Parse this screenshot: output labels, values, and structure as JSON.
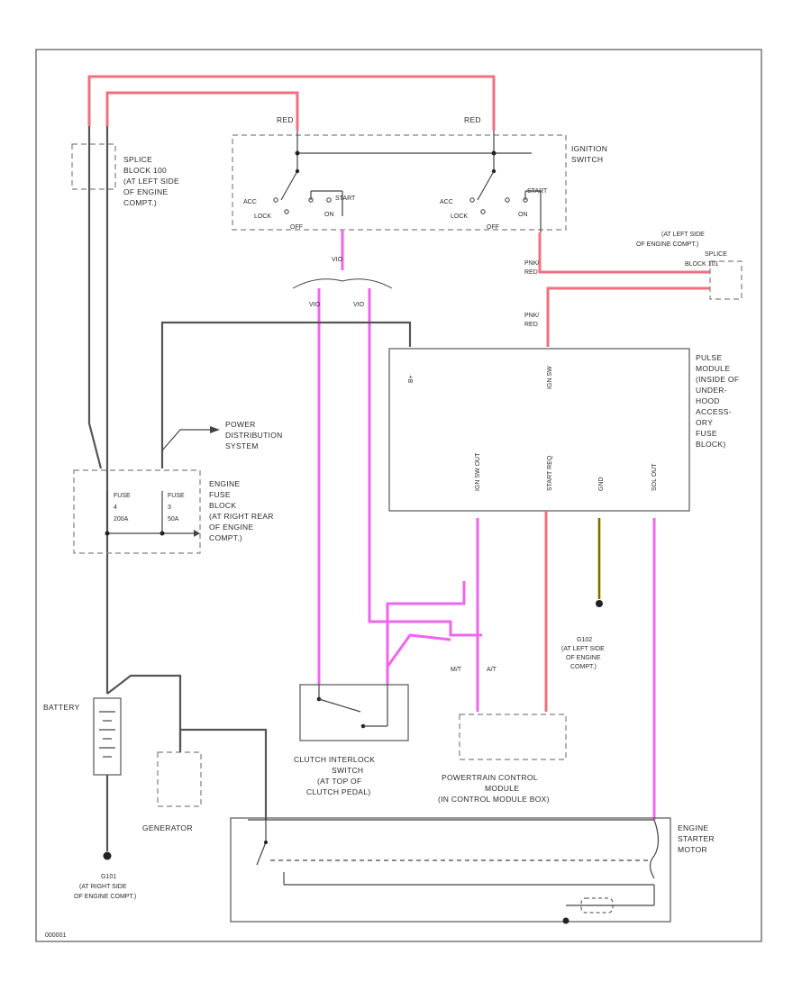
{
  "colors": {
    "power_red": "#f07080",
    "signal_magenta": "#ee66ee",
    "ground_gray": "#555555",
    "border": "#555555"
  },
  "labels": {
    "splice_block_100": [
      "SPLICE",
      "BLOCK 100",
      "(AT LEFT SIDE",
      "OF ENGINE",
      "COMPT.)"
    ],
    "ignition_switch": [
      "IGNITION",
      "SWITCH"
    ],
    "red1": "RED",
    "red2": "RED",
    "acc": "ACC",
    "lock": "LOCK",
    "off": "OFF",
    "on": "ON",
    "start": "START",
    "acc2": "ACC",
    "lock2": "LOCK",
    "off2": "OFF",
    "on2": "ON",
    "start2": "START",
    "splice_block_right": [
      "(AT LEFT SIDE",
      "OF ENGINE COMPT.)",
      "SPLICE",
      "BLOCK 101"
    ],
    "pnk_red1": [
      "PNK/",
      "RED"
    ],
    "pnk_red2": [
      "PNK/",
      "RED"
    ],
    "vio_top": "VIO",
    "vio_mid_l": "VIO",
    "vio_mid_r": "VIO",
    "mt": "M/T",
    "at": "A/T",
    "pulse_module": [
      "PULSE",
      "MODULE",
      "(INSIDE OF",
      "UNDER-",
      "HOOD",
      "ACCESS-",
      "ORY",
      "FUSE",
      "BLOCK)"
    ],
    "power_distribution": [
      "POWER",
      "DISTRIBUTION",
      "SYSTEM"
    ],
    "engine_fuse_block": [
      "ENGINE",
      "FUSE",
      "BLOCK",
      "(AT RIGHT REAR",
      "OF ENGINE",
      "COMPT.)"
    ],
    "fuse4": [
      "FUSE",
      "4",
      "200A"
    ],
    "fuse3": [
      "FUSE",
      "3",
      "50A"
    ],
    "battery": "BATTERY",
    "generator": "GENERATOR",
    "g101": [
      "G101",
      "(AT RIGHT SIDE",
      "OF ENGINE COMPT.)"
    ],
    "g102": [
      "G102",
      "(AT LEFT SIDE",
      "OF ENGINE",
      "COMPT.)"
    ],
    "clutch_switch": [
      "CLUTCH INTERLOCK",
      "SWITCH",
      "(AT TOP OF",
      "CLUTCH PEDAL)"
    ],
    "pcm": [
      "POWERTRAIN CONTROL",
      "MODULE",
      "(IN CONTROL MODULE BOX)"
    ],
    "starter_motor": [
      "ENGINE",
      "STARTER",
      "MOTOR"
    ],
    "pulse_pins": [
      "B+",
      "IGN SW",
      "IGN SW OUT",
      "START REQ",
      "GND",
      "SOL OUT"
    ],
    "footer": "000001"
  }
}
